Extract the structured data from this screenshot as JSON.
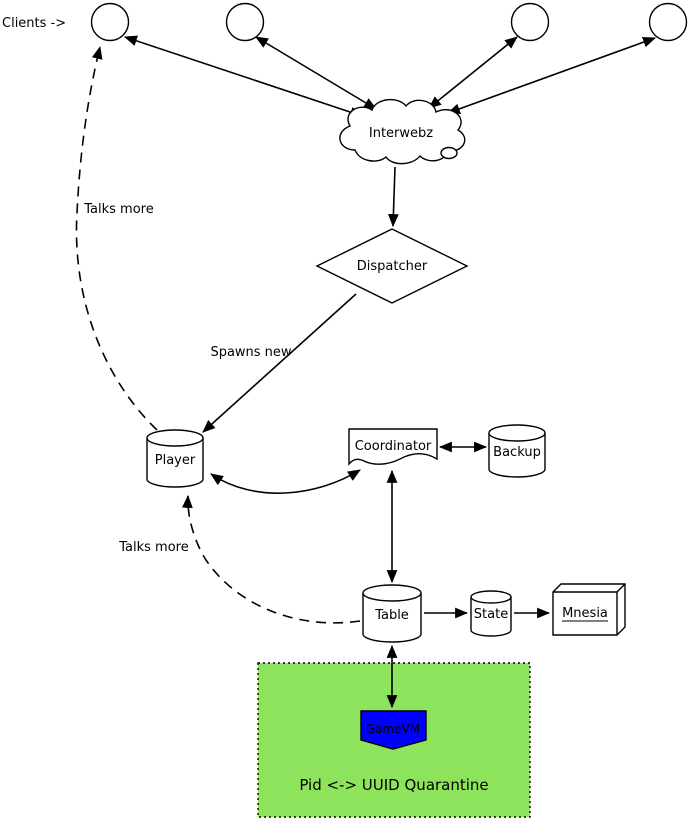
{
  "diagram": {
    "clients_label": "Clients ->",
    "nodes": {
      "interwebz": "Interwebz",
      "dispatcher": "Dispatcher",
      "player": "Player",
      "coordinator": "Coordinator",
      "backup": "Backup",
      "table": "Table",
      "state": "State",
      "mnesia": "Mnesia",
      "gamevm": "GameVM"
    },
    "edge_labels": {
      "spawns_new": "Spawns new",
      "talks_more_upper": "Talks more",
      "talks_more_lower": "Talks more"
    },
    "quarantine_label": "Pid <-> UUID Quarantine",
    "colors": {
      "client_fill": "#00ff00",
      "backup_fill": "#c0c0c0",
      "gamevm_fill": "#0000ff",
      "quarantine_fill": "#8ee35c",
      "stroke": "#000000",
      "background": "#ffffff"
    }
  }
}
